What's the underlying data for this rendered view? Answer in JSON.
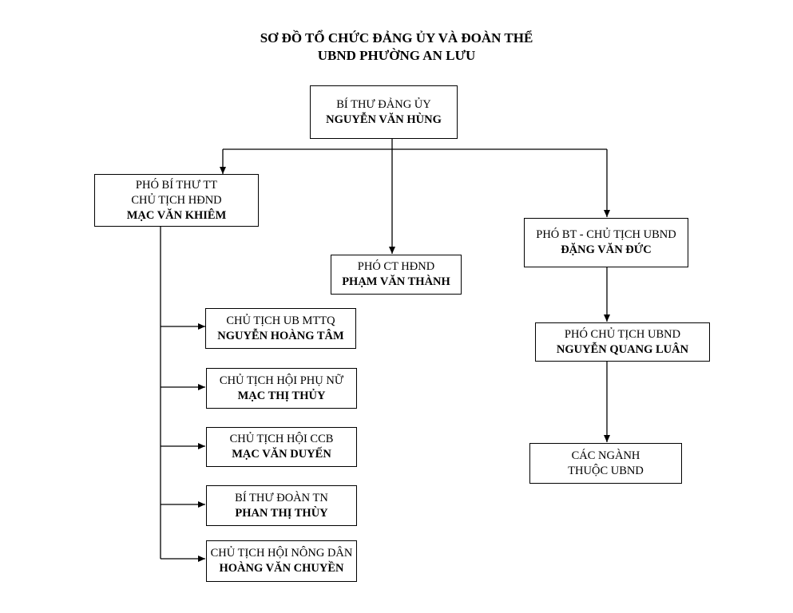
{
  "title": {
    "line1": "SƠ ĐỒ TỔ CHỨC ĐẢNG ỦY VÀ ĐOÀN THỂ",
    "line2": "UBND PHƯỜNG AN LƯU"
  },
  "nodes": {
    "secretary": {
      "role": "BÍ THƯ ĐẢNG ỦY",
      "name": "NGUYỄN VĂN HÙNG"
    },
    "deputy_council": {
      "role1": "PHÓ BÍ THƯ TT",
      "role2": "CHỦ TỊCH HĐND",
      "name": "MẠC VĂN KHIÊM"
    },
    "vice_council": {
      "role": "PHÓ CT HĐND",
      "name": "PHẠM VĂN THÀNH"
    },
    "deputy_committee": {
      "role": "PHÓ BT - CHỦ TỊCH UBND",
      "name": "ĐẶNG VĂN ĐỨC"
    },
    "vice_committee": {
      "role": "PHÓ CHỦ TỊCH UBND",
      "name": "NGUYỄN QUANG LUÂN"
    },
    "departments": {
      "line1": "CÁC NGÀNH",
      "line2": "THUỘC UBND"
    },
    "mttq": {
      "role": "CHỦ TỊCH UB MTTQ",
      "name": "NGUYỄN HOÀNG TÂM"
    },
    "women": {
      "role": "CHỦ TỊCH HỘI PHỤ NỮ",
      "name": "MẠC THỊ THỦY"
    },
    "veterans": {
      "role": "CHỦ TỊCH HỘI CCB",
      "name": "MẠC VĂN DUYẾN"
    },
    "youth": {
      "role": "BÍ THƯ ĐOÀN TN",
      "name": "PHAN THỊ THÙY"
    },
    "farmers": {
      "role": "CHỦ TỊCH HỘI NÔNG DÂN",
      "name": "HOÀNG VĂN CHUYỀN"
    }
  },
  "colors": {
    "line": "#000000",
    "background": "#ffffff"
  }
}
